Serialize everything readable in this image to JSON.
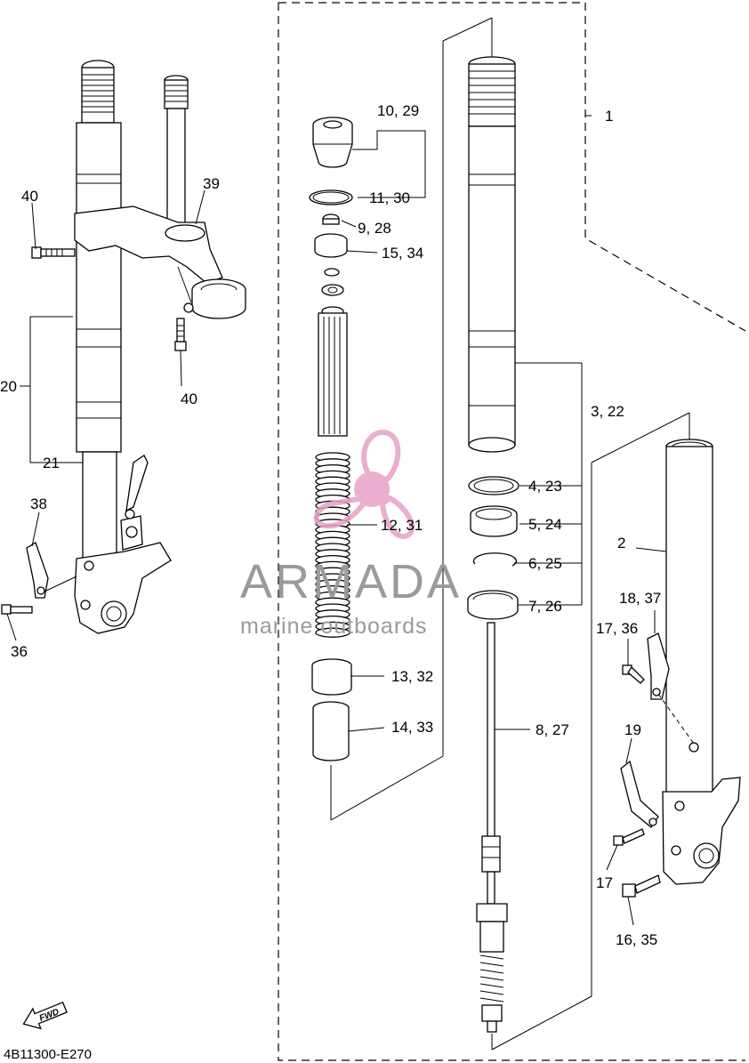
{
  "diagram": {
    "labels": {
      "p1": "1",
      "p2": "2",
      "p3_22": "3, 22",
      "p4_23": "4, 23",
      "p5_24": "5, 24",
      "p6_25": "6, 25",
      "p7_26": "7, 26",
      "p8_27": "8, 27",
      "p9_28": "9, 28",
      "p10_29": "10, 29",
      "p11_30": "11, 30",
      "p12_31": "12, 31",
      "p13_32": "13, 32",
      "p14_33": "14, 33",
      "p15_34": "15, 34",
      "p16_35": "16, 35",
      "p17": "17",
      "p17_36": "17, 36",
      "p18_37": "18, 37",
      "p19": "19",
      "p20": "20",
      "p21": "21",
      "p36": "36",
      "p38": "38",
      "p39": "39",
      "p40_top": "40",
      "p40_bottom": "40"
    },
    "direction_marker": "FWD",
    "drawing_code": "4B11300-E270"
  },
  "watermark": {
    "brand": "ARMADA",
    "tagline": "marine outboards",
    "accent_color": "#e6a0c8",
    "icon": "propeller-logo-icon"
  }
}
